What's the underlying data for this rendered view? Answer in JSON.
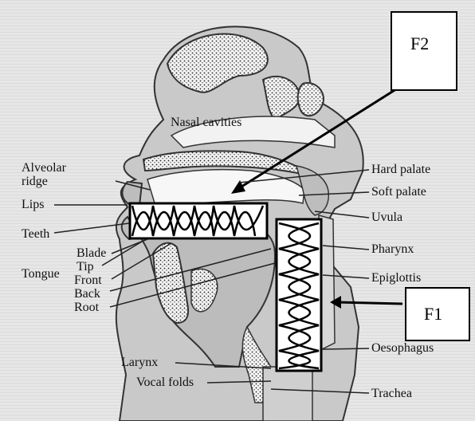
{
  "labels": {
    "nasal_cavities": "Nasal cavities",
    "alveolar_ridge_line1": "Alveolar",
    "alveolar_ridge_line2": "ridge",
    "lips": "Lips",
    "teeth": "Teeth",
    "blade": "Blade",
    "tip": "Tip",
    "front": "Front",
    "back": "Back",
    "root": "Root",
    "tongue": "Tongue",
    "larynx": "Larynx",
    "vocal_folds": "Vocal folds",
    "hard_palate": "Hard palate",
    "soft_palate": "Soft palate",
    "uvula": "Uvula",
    "pharynx": "Pharynx",
    "epiglottis": "Epiglottis",
    "oesophagus": "Oesophagus",
    "trachea": "Trachea"
  },
  "markers": {
    "f1": "F1",
    "f2": "F2"
  }
}
